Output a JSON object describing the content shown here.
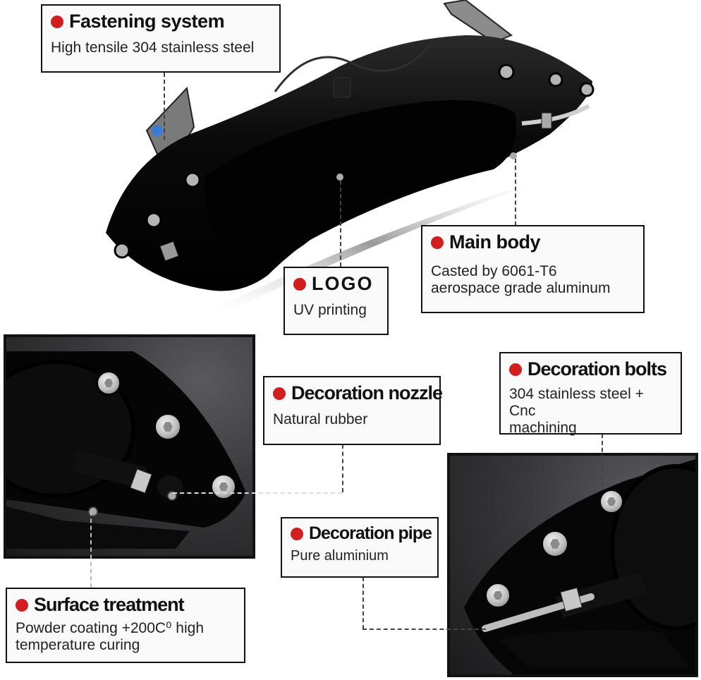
{
  "page": {
    "subject": "Brake caliper cover",
    "accent_color": "#d11f1f",
    "box_border_color": "#111111"
  },
  "callouts": {
    "fastening": {
      "title": "Fastening system",
      "description": "High tensile 304 stainless steel"
    },
    "main_body": {
      "title": "Main body",
      "description_line1": "Casted by 6061-T6",
      "description_line2": "aerospace grade aluminum"
    },
    "logo": {
      "title": "LOGO",
      "description": "UV printing"
    },
    "nozzle": {
      "title": "Decoration nozzle",
      "description": "Natural rubber"
    },
    "bolts": {
      "title": "Decoration bolts",
      "description_line1": "304 stainless steel + Cnc",
      "description_line2": "machining"
    },
    "pipe": {
      "title": "Decoration pipe",
      "description": "Pure aluminium"
    },
    "surface": {
      "title": "Surface treatment",
      "description_line1": "Powder coating +200C⁰ high",
      "description_line2": "temperature curing"
    }
  },
  "photos": {
    "main": "caliper-cover-overview",
    "detail_left": "caliper-detail-nozzle",
    "detail_right": "caliper-detail-pipe"
  }
}
